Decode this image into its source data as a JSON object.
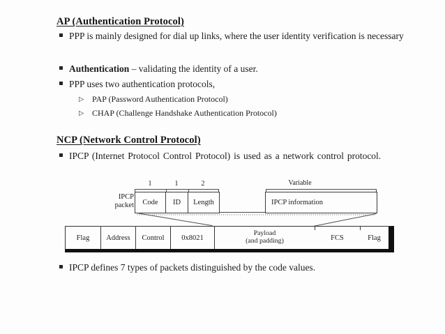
{
  "slide": {
    "background": "#fdfdfd",
    "text_color": "#1c1c1c"
  },
  "icons": {
    "square_bullet": "▪",
    "arrow_bullet": "▷"
  },
  "ap_section": {
    "heading": "AP (Authentication Protocol)",
    "bullet1_line1": "PPP is mainly designed for dial up links, where the user identity verification is",
    "bullet1_line2": "necessary",
    "bullet2_bold": "Authentication",
    "bullet2_rest": " – validating the identity of a user.",
    "bullet3": "PPP uses two authentication protocols,",
    "sub_bullet1": "PAP (Password Authentication Protocol)",
    "sub_bullet2": "CHAP (Challenge Handshake Authentication Protocol)"
  },
  "ncp_section": {
    "heading": "NCP (Network Control Protocol)",
    "bullet1": "IPCP (Internet Protocol Control Protocol) is used as a network control protocol.",
    "bullet2": "IPCP defines 7 types of packets distinguished by the code values."
  },
  "diagram": {
    "packet_label": {
      "line1": "IPCP",
      "line2": "packet"
    },
    "top_fields": [
      {
        "name": "Code",
        "size": "1"
      },
      {
        "name": "ID",
        "size": "1"
      },
      {
        "name": "Length",
        "size": "2"
      }
    ],
    "info_field": {
      "name": "IPCP information",
      "size": "Variable"
    },
    "frame_fields": {
      "flag_start": "Flag",
      "address": "Address",
      "control": "Control",
      "protocol_id": "0x8021",
      "payload_line1": "Payload",
      "payload_line2": "(and padding)",
      "fcs": "FCS",
      "flag_end": "Flag"
    }
  }
}
